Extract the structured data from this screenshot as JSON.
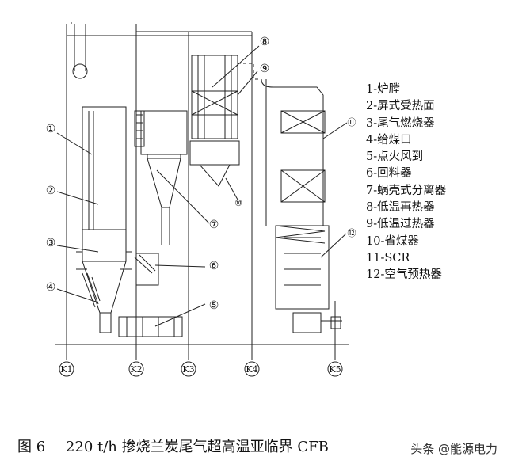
{
  "figure": {
    "legend": [
      "1-炉膛",
      "2-屏式受热面",
      "3-尾气燃烧器",
      "4-给煤口",
      "5-点火风到",
      "6-回料器",
      "7-蜗壳式分离器",
      "8-低温再热器",
      "9-低温过热器",
      "10-省煤器",
      "11-SCR",
      "12-空气预热器"
    ],
    "callouts": [
      "①",
      "②",
      "③",
      "④",
      "⑤",
      "⑥",
      "⑦",
      "⑧",
      "⑨",
      "⑩",
      "⑪",
      "⑫"
    ],
    "columns": [
      "K1",
      "K2",
      "K3",
      "K4",
      "K5"
    ]
  },
  "caption": {
    "number": "图 6",
    "text": "220 t/h 掺烧兰炭尾气超高温亚临界 CFB"
  },
  "watermark": "头条 @能源电力"
}
